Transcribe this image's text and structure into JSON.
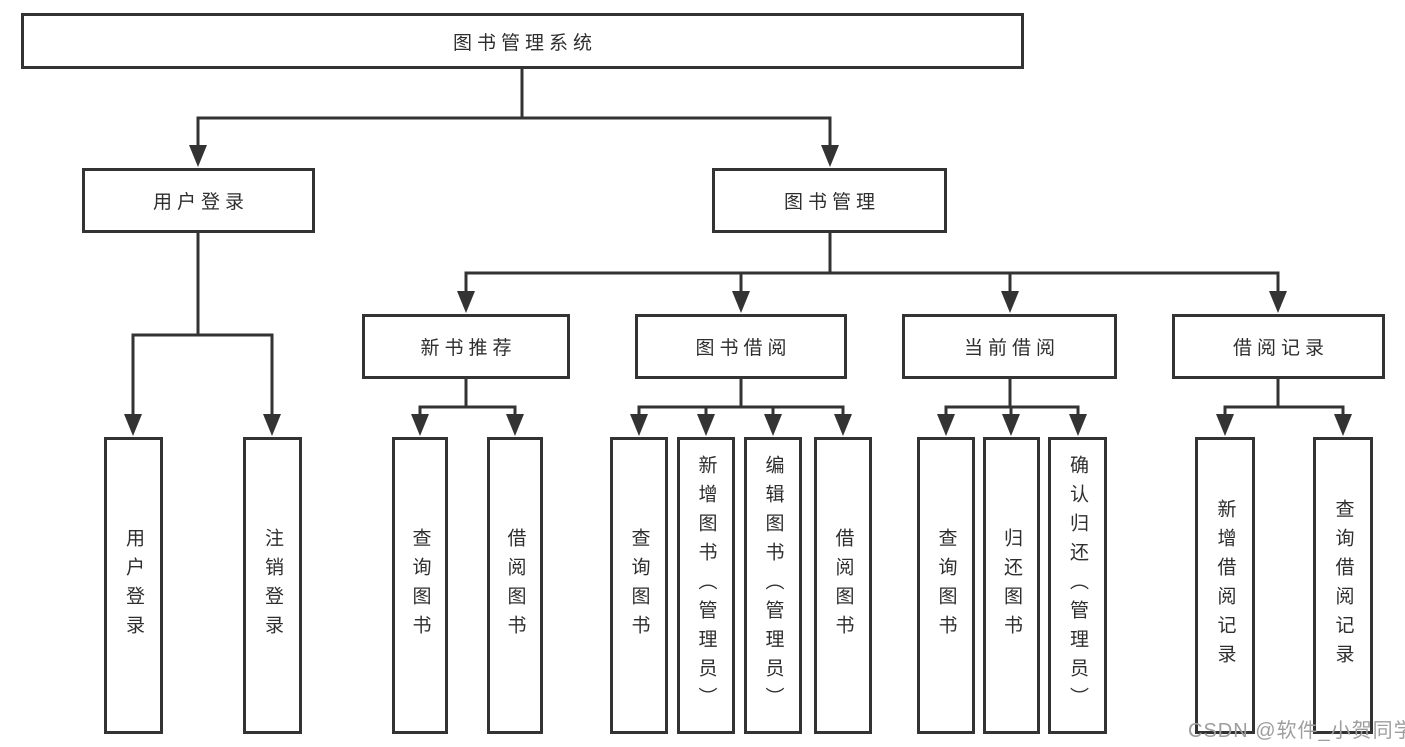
{
  "diagram_title": "图书管理系统",
  "tree": {
    "label": "图书管理系统",
    "children": [
      {
        "label": "用户登录",
        "children": [
          {
            "label": "用户登录"
          },
          {
            "label": "注销登录"
          }
        ]
      },
      {
        "label": "图书管理",
        "children": [
          {
            "label": "新书推荐",
            "children": [
              {
                "label": "查询图书"
              },
              {
                "label": "借阅图书"
              }
            ]
          },
          {
            "label": "图书借阅",
            "children": [
              {
                "label": "查询图书"
              },
              {
                "label": "新增图书（管理员）"
              },
              {
                "label": "编辑图书（管理员）"
              },
              {
                "label": "借阅图书"
              }
            ]
          },
          {
            "label": "当前借阅",
            "children": [
              {
                "label": "查询图书"
              },
              {
                "label": "归还图书"
              },
              {
                "label": "确认归还（管理员）"
              }
            ]
          },
          {
            "label": "借阅记录",
            "children": [
              {
                "label": "新增借阅记录"
              },
              {
                "label": "查询借阅记录"
              }
            ]
          }
        ]
      }
    ]
  },
  "watermark": {
    "text": "CSDN @软件_小贺同学"
  },
  "colors": {
    "line": "#333333",
    "box_border": "#333333",
    "text": "#2e2e2e",
    "background": "#ffffff",
    "watermark": "#9e9e9e"
  }
}
